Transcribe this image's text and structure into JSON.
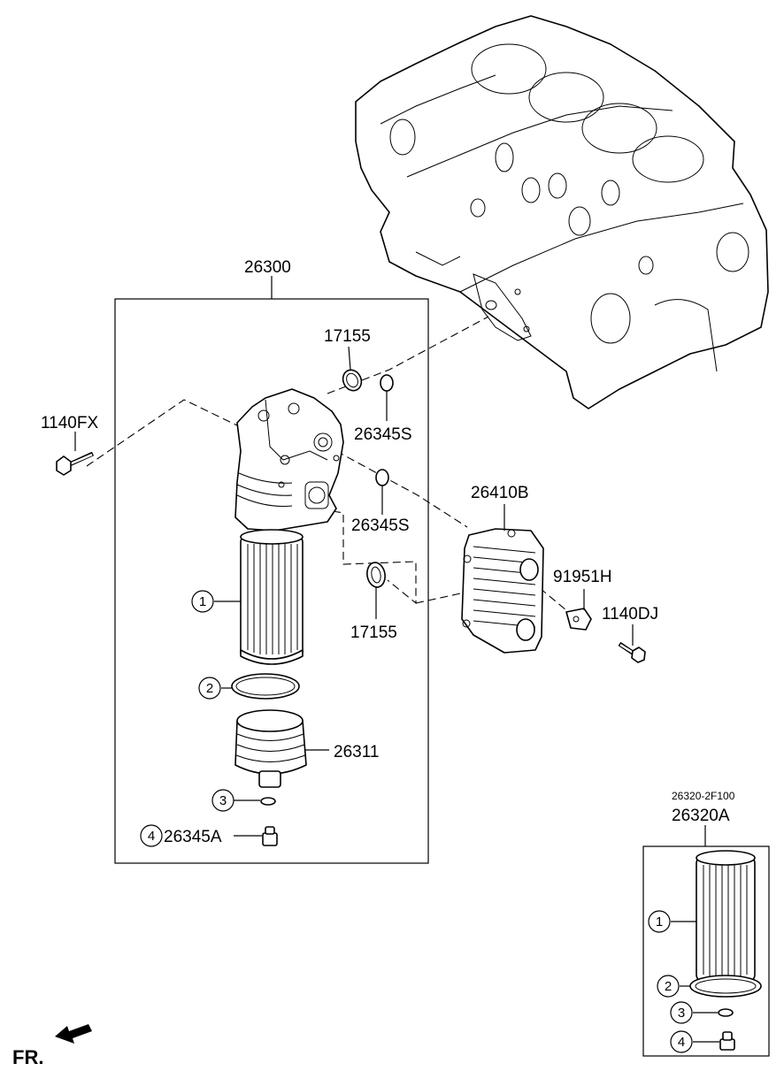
{
  "parts": {
    "assembly": "26300",
    "o_ring_upper": "17155",
    "gasket_upper": "26345S",
    "bolt_left": "1140FX",
    "gasket_lower": "26345S",
    "cooler": "26410B",
    "bracket": "91951H",
    "bolt_right": "1140DJ",
    "o_ring_lower": "17155",
    "cap": "26311",
    "drain_plug": "26345A",
    "kit_code": "26320-2F100",
    "kit": "26320A"
  },
  "callouts": {
    "c1": "1",
    "c2": "2",
    "c3": "3",
    "c4": "4"
  },
  "orientation": "FR."
}
